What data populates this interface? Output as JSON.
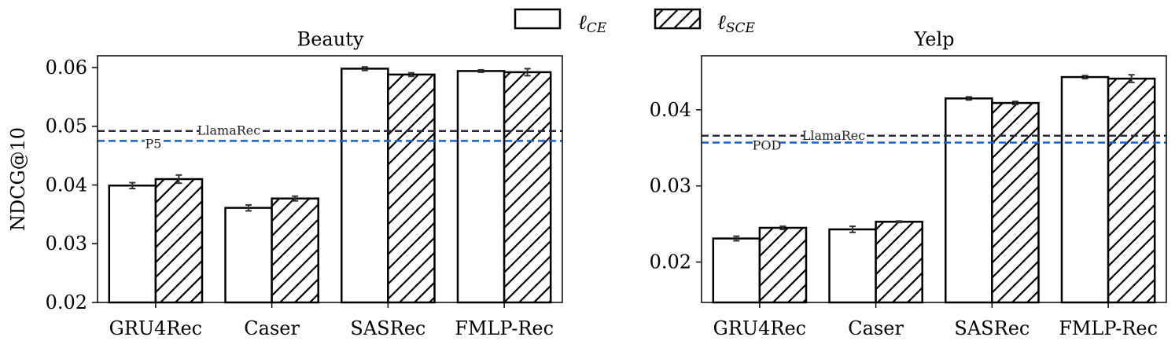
{
  "legend": {
    "items": [
      {
        "symbol": "ℓ",
        "sub": "CE",
        "pattern": "plain"
      },
      {
        "symbol": "ℓ",
        "sub": "SCE",
        "pattern": "hatch"
      }
    ]
  },
  "colors": {
    "bar_edge": "#000000",
    "bar_fill": "#ffffff",
    "errorbar": "#333333",
    "llamarec_line": "#2b2b3a",
    "baseline_line": "#1f5fbf"
  },
  "chart_data": [
    {
      "type": "bar",
      "title": "Beauty",
      "ylabel": "NDCG@10",
      "categories": [
        "GRU4Rec",
        "Caser",
        "SASRec",
        "FMLP-Rec"
      ],
      "ylim": [
        0.02,
        0.062
      ],
      "yticks": [
        0.02,
        0.03,
        0.04,
        0.05,
        0.06
      ],
      "ytick_labels": [
        "0.02",
        "0.03",
        "0.04",
        "0.05",
        "0.06"
      ],
      "series": [
        {
          "name": "ℓCE",
          "pattern": "plain",
          "values": [
            0.0399,
            0.0361,
            0.0598,
            0.0594
          ],
          "errors": [
            0.0005,
            0.0005,
            0.0003,
            0.0002
          ]
        },
        {
          "name": "ℓSCE",
          "pattern": "hatch",
          "values": [
            0.041,
            0.0377,
            0.0588,
            0.0592
          ],
          "errors": [
            0.0007,
            0.0004,
            0.0003,
            0.0006
          ]
        }
      ],
      "reference_lines": [
        {
          "label": "LlamaRec",
          "value": 0.0492,
          "style": "dashed",
          "color": "#2b2b3a"
        },
        {
          "label": "P5",
          "value": 0.0475,
          "style": "dashed",
          "color": "#1f5fbf"
        }
      ]
    },
    {
      "type": "bar",
      "title": "Yelp",
      "ylabel": "",
      "categories": [
        "GRU4Rec",
        "Caser",
        "SASRec",
        "FMLP-Rec"
      ],
      "ylim": [
        0.0147,
        0.0471
      ],
      "yticks": [
        0.02,
        0.03,
        0.04
      ],
      "ytick_labels": [
        "0.02",
        "0.03",
        "0.04"
      ],
      "series": [
        {
          "name": "ℓCE",
          "pattern": "plain",
          "values": [
            0.0231,
            0.0243,
            0.0415,
            0.0443
          ],
          "errors": [
            0.0003,
            0.0004,
            0.0002,
            0.0002
          ]
        },
        {
          "name": "ℓSCE",
          "pattern": "hatch",
          "values": [
            0.0245,
            0.0253,
            0.0409,
            0.0441
          ],
          "errors": [
            0.0002,
            0.0001,
            0.0002,
            0.0005
          ]
        }
      ],
      "reference_lines": [
        {
          "label": "LlamaRec",
          "value": 0.0366,
          "style": "dashed",
          "color": "#2b2b3a"
        },
        {
          "label": "POD",
          "value": 0.0357,
          "style": "dashed",
          "color": "#1f5fbf"
        }
      ]
    }
  ]
}
